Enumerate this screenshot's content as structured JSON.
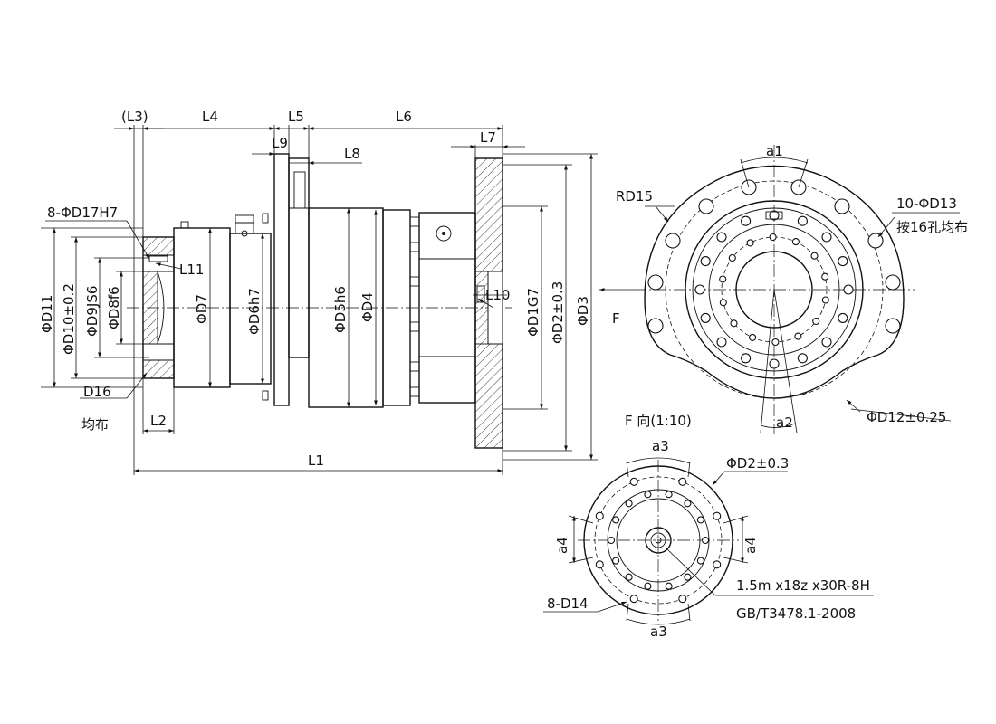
{
  "labels": {
    "l3": "(L3)",
    "l4": "L4",
    "l5": "L5",
    "l6": "L6",
    "l9": "L9",
    "l8": "L8",
    "l7": "L7",
    "l1": "L1",
    "l2": "L2",
    "l11": "L11",
    "l10": "L10",
    "d17": "8-ΦD17H7",
    "d11": "ΦD11",
    "d10": "ΦD10±0.2",
    "d9": "ΦD9JS6",
    "d8": "ΦD8f6",
    "d7": "ΦD7",
    "d6": "ΦD6h7",
    "d5": "ΦD5h6",
    "d4": "ΦD4",
    "d1": "ΦD1G7",
    "d2_main": "ΦD2±0.3",
    "d3": "ΦD3",
    "d16": "D16",
    "evenly": "均布",
    "rd15": "RD15",
    "d13": "10-ΦD13",
    "d13_note": "按16孔均布",
    "a1": "a1",
    "a2": "a2",
    "f_arrow": "F",
    "f_view": "F 向(1:10)",
    "d12": "ΦD12±0.25",
    "a3_top": "a3",
    "a3_bottom": "a3",
    "d2_view": "ΦD2±0.3",
    "a4_left": "a4",
    "a4_right": "a4",
    "d14": "8-D14",
    "spline": "1.5m x18z x30R-8H",
    "standard": "GB/T3478.1-2008"
  }
}
